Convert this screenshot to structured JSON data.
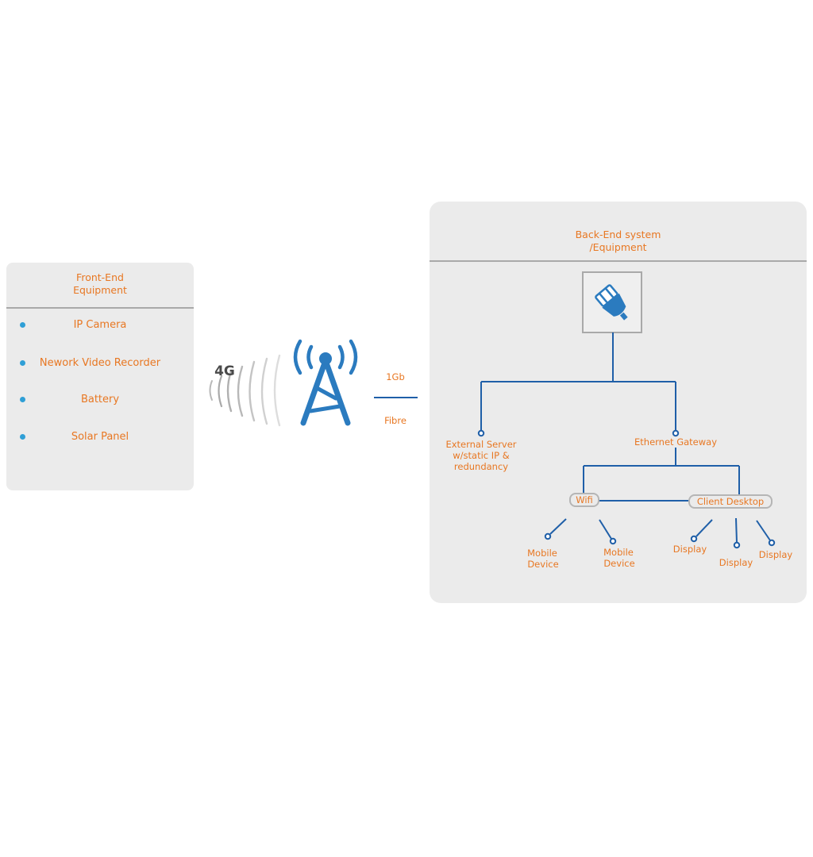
{
  "front_end": {
    "title": "Front-End\nEquipment",
    "items": [
      {
        "label": "IP Camera"
      },
      {
        "label": "Nework Video Recorder"
      },
      {
        "label": "Battery"
      },
      {
        "label": "Solar Panel"
      }
    ]
  },
  "wireless": {
    "network_label": "4G",
    "tower_icon": "cell-tower-icon"
  },
  "link": {
    "speed": "1Gb",
    "medium": "Fibre"
  },
  "back_end": {
    "title": "Back-End system\n/Equipment",
    "router_icon": "plug-icon",
    "external_server": [
      "External Server",
      "w/static IP &",
      "redundancy"
    ],
    "ethernet_gateway": "Ethernet Gateway",
    "wifi": "Wifi",
    "client_desktop": "Client Desktop",
    "mobile_device_1": [
      "Mobile",
      "Device"
    ],
    "mobile_device_2": [
      "Mobile",
      "Device"
    ],
    "display_1": "Display",
    "display_2": "Display",
    "display_3": "Display"
  },
  "colors": {
    "accent_orange": "#e87722",
    "line_blue": "#1f5fa8",
    "icon_blue": "#2b7bbf",
    "panel_gray": "#ebebeb"
  }
}
